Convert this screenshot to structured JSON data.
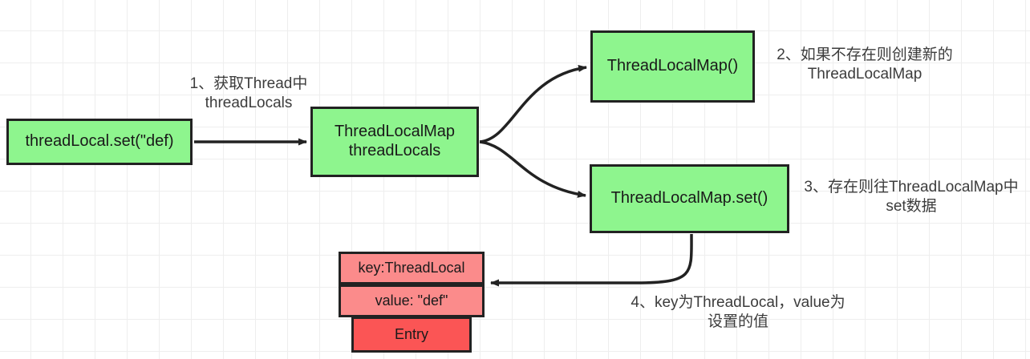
{
  "diagram": {
    "title": "ThreadLocal set() flow",
    "colors": {
      "node_green": "#8ef58e",
      "entry_pink": "#fb8b8b",
      "entry_red": "#fb5555",
      "stroke": "#222222",
      "grid": "#eeeeee",
      "annotation_text": "#3c3c3c"
    },
    "nodes": {
      "thread_local_set": "threadLocal.set(\"def)",
      "thread_locals_map": "ThreadLocalMap\nthreadLocals",
      "thread_local_map_new": "ThreadLocalMap()",
      "thread_local_map_set": "ThreadLocalMap.set()"
    },
    "entry": {
      "key_row": "key:ThreadLocal",
      "value_row": "value: \"def\"",
      "label_row": "Entry"
    },
    "annotations": {
      "step1": "1、获取Thread中\nthreadLocals",
      "step2": "2、如果不存在则创建新的\nThreadLocalMap",
      "step3": "3、存在则往ThreadLocalMap中\nset数据",
      "step4": "4、key为ThreadLocal，value为\n设置的值"
    }
  }
}
